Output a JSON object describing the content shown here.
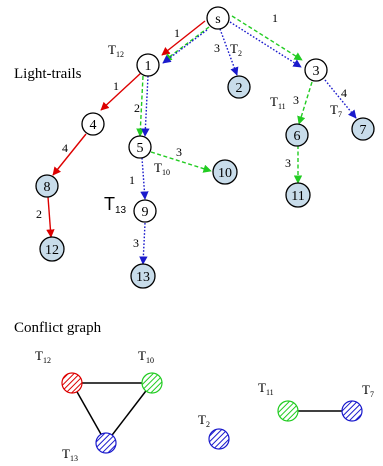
{
  "tree": {
    "title": "Light-trails",
    "nodes": [
      {
        "id": "s",
        "label": "s",
        "shaded": false
      },
      {
        "id": "1",
        "label": "1",
        "shaded": false
      },
      {
        "id": "2",
        "label": "2",
        "shaded": true
      },
      {
        "id": "3",
        "label": "3",
        "shaded": false
      },
      {
        "id": "4",
        "label": "4",
        "shaded": false
      },
      {
        "id": "5",
        "label": "5",
        "shaded": false
      },
      {
        "id": "6",
        "label": "6",
        "shaded": true
      },
      {
        "id": "7",
        "label": "7",
        "shaded": true
      },
      {
        "id": "8",
        "label": "8",
        "shaded": true
      },
      {
        "id": "9",
        "label": "9",
        "shaded": false
      },
      {
        "id": "10",
        "label": "10",
        "shaded": true
      },
      {
        "id": "11",
        "label": "11",
        "shaded": true
      },
      {
        "id": "12",
        "label": "12",
        "shaded": true
      },
      {
        "id": "13",
        "label": "13",
        "shaded": true
      }
    ],
    "edge_weights": {
      "s_1": "1",
      "s_2": "3",
      "s_3": "1",
      "1_4": "1",
      "1_5": "2",
      "4_8": "4",
      "8_12": "2",
      "5_10": "3",
      "5_9": "1",
      "9_13": "3",
      "3_6": "3",
      "3_7": "4",
      "6_11": "3"
    },
    "trail_labels": {
      "T12": {
        "main": "T",
        "sub": "12"
      },
      "T2": {
        "main": "T",
        "sub": "2"
      },
      "T11": {
        "main": "T",
        "sub": "11"
      },
      "T7": {
        "main": "T",
        "sub": "7"
      },
      "T10": {
        "main": "T",
        "sub": "10"
      },
      "T13": {
        "main": "T",
        "sub": "13"
      }
    }
  },
  "conflict_graph": {
    "title": "Conflict graph",
    "nodes": [
      {
        "id": "T12",
        "main": "T",
        "sub": "12",
        "color": "#dd0000"
      },
      {
        "id": "T10",
        "main": "T",
        "sub": "10",
        "color": "#22cc22"
      },
      {
        "id": "T13",
        "main": "T",
        "sub": "13",
        "color": "#1a1acc"
      },
      {
        "id": "T2",
        "main": "T",
        "sub": "2",
        "color": "#1a1acc"
      },
      {
        "id": "T11",
        "main": "T",
        "sub": "11",
        "color": "#22cc22"
      },
      {
        "id": "T7",
        "main": "T",
        "sub": "7",
        "color": "#1a1acc"
      }
    ]
  },
  "colors": {
    "red_trail": "#dd0000",
    "green_trail": "#22cc22",
    "blue_trail": "#1a1acc",
    "shaded_node": "#c8dcea"
  }
}
